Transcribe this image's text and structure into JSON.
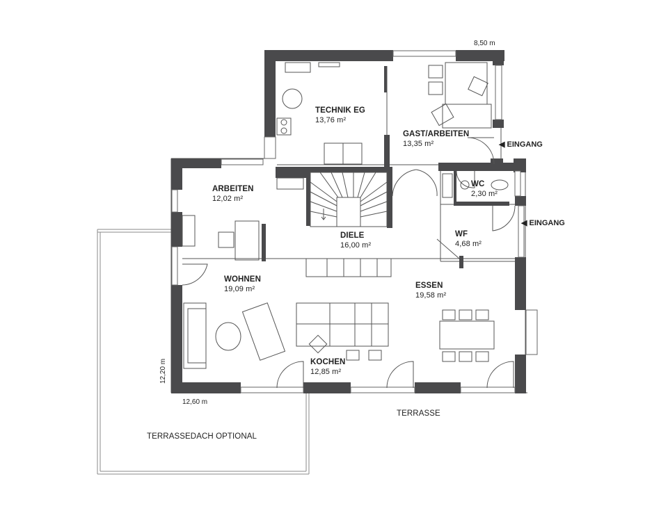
{
  "rooms": [
    {
      "name": "TECHNIK EG",
      "area": "13,76 m²"
    },
    {
      "name": "GAST/ARBEITEN",
      "area": "13,35 m²"
    },
    {
      "name": "WC",
      "area": "2,30 m²"
    },
    {
      "name": "ARBEITEN",
      "area": "12,02 m²"
    },
    {
      "name": "DIELE",
      "area": "16,00 m²"
    },
    {
      "name": "WF",
      "area": "4,68 m²"
    },
    {
      "name": "WOHNEN",
      "area": "19,09 m²"
    },
    {
      "name": "ESSEN",
      "area": "19,58 m²"
    },
    {
      "name": "KOCHEN",
      "area": "12,85 m²"
    }
  ],
  "entrances": [
    {
      "label": "EINGANG",
      "arrow": "◀"
    },
    {
      "label": "EINGANG",
      "arrow": "◀"
    }
  ],
  "dimensions": {
    "top": "8,50 m",
    "left": "12,20 m",
    "bottom": "12,60 m"
  },
  "outdoor": {
    "terrace": "TERRASSE",
    "terrace_roof": "TERRASSEDACH OPTIONAL"
  },
  "colors": {
    "wall": "#4a4a4c",
    "line": "#555555",
    "background": "#ffffff"
  }
}
